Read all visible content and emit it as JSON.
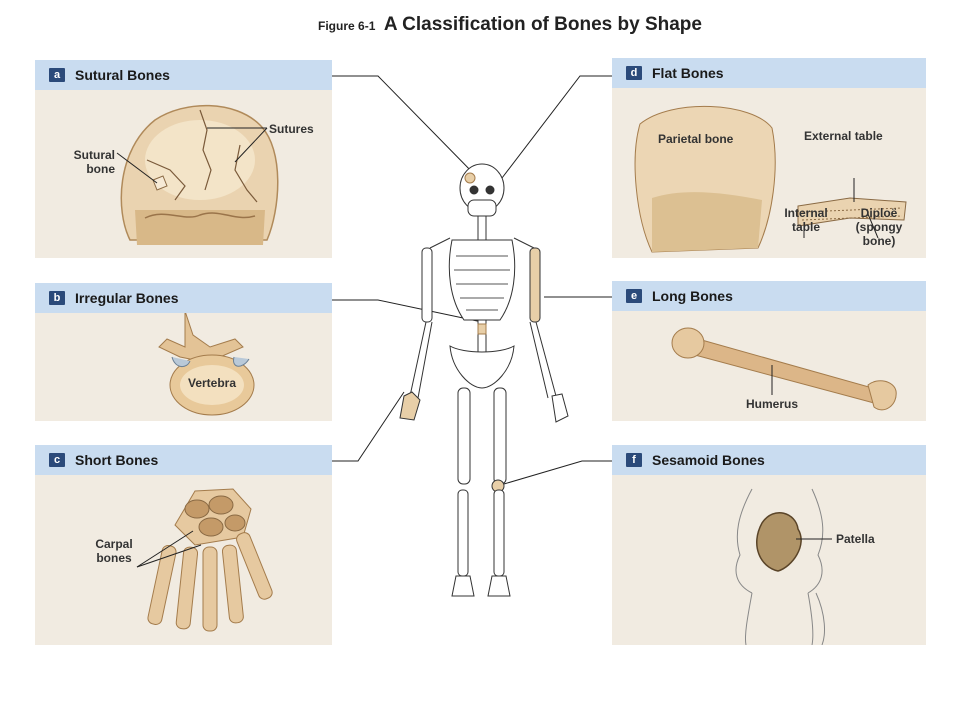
{
  "title": {
    "figure_number": "Figure 6-1",
    "main": "A Classification of Bones by Shape"
  },
  "panels": {
    "a": {
      "letter": "a",
      "title": "Sutural  Bones",
      "labels": {
        "sutures": "Sutures",
        "sutural_bone_1": "Sutural",
        "sutural_bone_2": "bone"
      }
    },
    "b": {
      "letter": "b",
      "title": "Irregular Bones",
      "labels": {
        "vertebra": "Vertebra"
      }
    },
    "c": {
      "letter": "c",
      "title": "Short  Bones",
      "labels": {
        "carpal_1": "Carpal",
        "carpal_2": "bones"
      }
    },
    "d": {
      "letter": "d",
      "title": "Flat Bones",
      "labels": {
        "parietal": "Parietal bone",
        "external_table": "External table",
        "internal_1": "Internal",
        "internal_2": "table",
        "diploe_1": "Diploë",
        "diploe_2": "(spongy",
        "diploe_3": "bone)"
      }
    },
    "e": {
      "letter": "e",
      "title": "Long Bones",
      "labels": {
        "humerus": "Humerus"
      }
    },
    "f": {
      "letter": "f",
      "title": "Sesamoid  Bones",
      "labels": {
        "patella": "Patella"
      }
    }
  },
  "colors": {
    "panel_bg": "#f1ebe1",
    "header_bg": "#c9dcf0",
    "badge_bg": "#2b4a7a",
    "bone": "#e6c9a0",
    "bone_dark": "#c49a68",
    "highlight": "#e8cfa8"
  }
}
